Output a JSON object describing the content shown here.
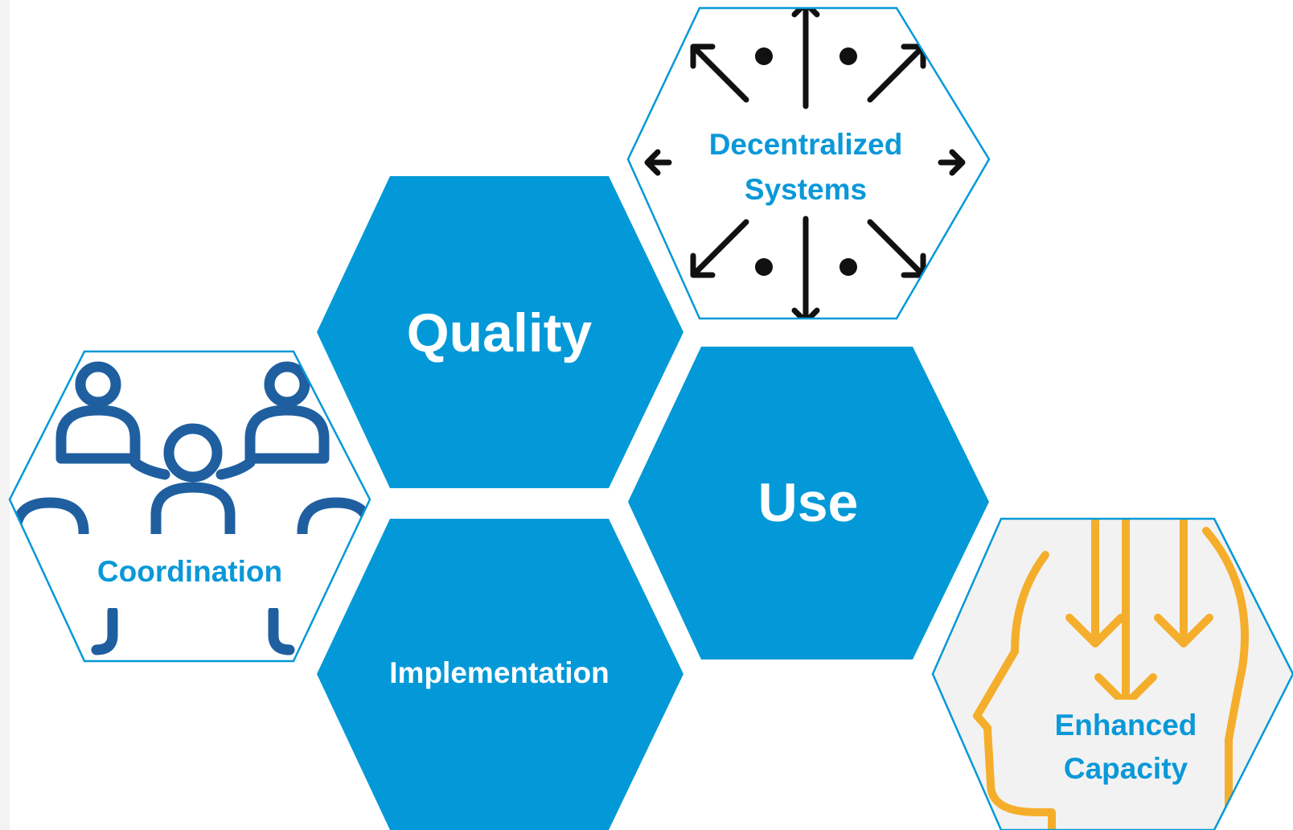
{
  "colors": {
    "primary_blue": "#0399d8",
    "label_blue": "#0a98d8",
    "coordination_icon_blue": "#1f5fa0",
    "capacity_orange": "#f5ae2c",
    "capacity_bg": "#f2f2f2",
    "arrows_black": "#111111"
  },
  "hexagons": [
    {
      "id": "quality",
      "label_lines": [
        "Quality"
      ],
      "style": "solid"
    },
    {
      "id": "use",
      "label_lines": [
        "Use"
      ],
      "style": "solid"
    },
    {
      "id": "implementation",
      "label_lines": [
        "Implementation"
      ],
      "style": "solid"
    },
    {
      "id": "decentralized",
      "label_lines": [
        "Decentralized",
        "Systems"
      ],
      "style": "outline",
      "icon": "outward-arrows-icon"
    },
    {
      "id": "coordination",
      "label_lines": [
        "Coordination"
      ],
      "style": "outline",
      "icon": "people-network-icon"
    },
    {
      "id": "capacity",
      "label_lines": [
        "Enhanced",
        "Capacity"
      ],
      "style": "outline",
      "icon": "head-arrows-icon"
    }
  ]
}
